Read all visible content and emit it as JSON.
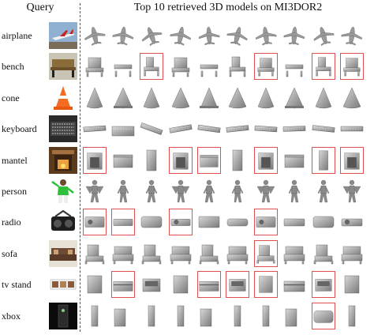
{
  "header": {
    "query_label": "Query",
    "title": "Top 10 retrieved 3D models on MI3DOR2"
  },
  "colors": {
    "mismatch_border": "#e05050",
    "divider": "#555555"
  },
  "rows": [
    {
      "label": "airplane",
      "query_icon": "airplane-photo",
      "model": "airplane-model-icon",
      "mismatches": []
    },
    {
      "label": "bench",
      "query_icon": "bench-photo",
      "model": "bench-model-icon",
      "mismatches": [
        3,
        7,
        9,
        10
      ]
    },
    {
      "label": "cone",
      "query_icon": "cone-photo",
      "model": "cone-model-icon",
      "mismatches": []
    },
    {
      "label": "keyboard",
      "query_icon": "keyboard-photo",
      "model": "keyboard-model-icon",
      "mismatches": []
    },
    {
      "label": "mantel",
      "query_icon": "mantel-photo",
      "model": "mantel-model-icon",
      "mismatches": [
        1,
        4,
        5,
        7,
        9,
        10
      ]
    },
    {
      "label": "person",
      "query_icon": "person-photo",
      "model": "person-model-icon",
      "mismatches": []
    },
    {
      "label": "radio",
      "query_icon": "radio-photo",
      "model": "radio-model-icon",
      "mismatches": [
        1,
        2,
        4,
        7
      ]
    },
    {
      "label": "sofa",
      "query_icon": "sofa-photo",
      "model": "sofa-model-icon",
      "mismatches": [
        7
      ]
    },
    {
      "label": "tv stand",
      "query_icon": "tvstand-photo",
      "model": "tvstand-model-icon",
      "mismatches": [
        2,
        5,
        6,
        7,
        9
      ]
    },
    {
      "label": "xbox",
      "query_icon": "xbox-photo",
      "model": "xbox-model-icon",
      "mismatches": [
        9
      ]
    }
  ]
}
